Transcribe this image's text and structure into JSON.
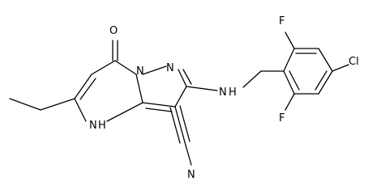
{
  "structure": {
    "atoms": {
      "oxygen": "O",
      "ring_n1": "N",
      "ring_n_bridge": "N",
      "nh_ring": "N",
      "nh_ring_h": "H",
      "nh_amine": "N",
      "nh_amine_h": "H",
      "fluorine_top": "F",
      "fluorine_bottom": "F",
      "chlorine": "Cl",
      "nitrile_n": "N"
    }
  }
}
